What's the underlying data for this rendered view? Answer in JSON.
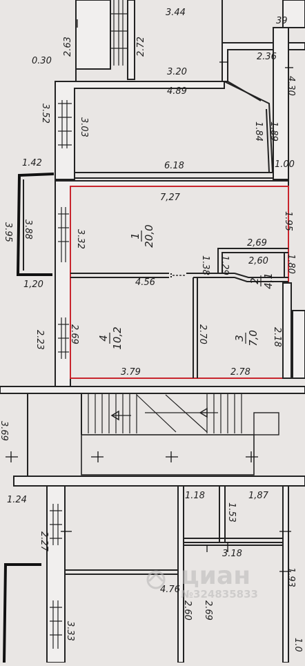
{
  "floor_plan": {
    "highlighted_color": "#c8242c",
    "background_color": "#e9e6e4",
    "rooms": [
      {
        "id": "room-1",
        "number": "1",
        "area": "20,0"
      },
      {
        "id": "room-2",
        "number": "2",
        "area": "4,1"
      },
      {
        "id": "room-3",
        "number": "3",
        "area": "7,0"
      },
      {
        "id": "room-4",
        "number": "4",
        "area": "10,2"
      }
    ],
    "dimensions": {
      "d_3_44": "3.44",
      "d_39": "39",
      "d_2_63": "2.63",
      "d_2_72": "2.72",
      "d_2_36": "2.36",
      "d_0_30": "0.30",
      "d_4_30": "4.30",
      "d_3_20": "3.20",
      "d_4_89": "4.89",
      "d_3_52": "3.52",
      "d_3_03": "3.03",
      "d_1_84": "1.84",
      "d_1_89": "1.89",
      "d_1_42": "1.42",
      "d_6_18": "6.18",
      "d_1_00": "1.00",
      "d_7_27": "7,27",
      "d_3_88": "3.88",
      "d_3_95": "3.95",
      "d_3_32": "3.32",
      "d_1_95": "1.95",
      "d_2_69_top": "2,69",
      "d_2_60": "2,60",
      "d_1_38": "1.38",
      "d_1_29": "1.29",
      "d_1_80": "1.80",
      "d_1_20": "1,20",
      "d_4_56": "4.56",
      "d_2_23": "2.23",
      "d_2_69_left": "2.69",
      "d_2_70": "2.70",
      "d_2_18": "2.18",
      "d_3_79": "3.79",
      "d_2_78": "2.78",
      "d_3_69": "3.69",
      "d_1_24": "1.24",
      "d_1_18": "1.18",
      "d_1_87": "1,87",
      "d_1_53": "1.53",
      "d_2_27": "2.27",
      "d_3_18": "3.18",
      "d_4_76": "4.76",
      "d_1_93": "1.93",
      "d_2_60_b": "2.60",
      "d_2_69_b": "2.69",
      "d_3_33": "3.33",
      "d_1_0": "1.0"
    },
    "watermark": {
      "brand": "циан",
      "number": "№324835833",
      "icon": "cian-house-icon"
    }
  }
}
